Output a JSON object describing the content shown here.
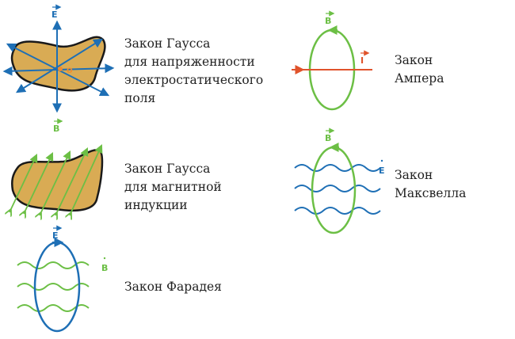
{
  "colors": {
    "blob_fill": "#d9ab54",
    "outline": "#1a1a1a",
    "blue": "#1e6fb5",
    "green": "#6cbf45",
    "red": "#e0532b",
    "orange": "#f08a2c",
    "text": "#222222"
  },
  "vectors": {
    "E": "E",
    "B": "B",
    "I": "I",
    "origin": "O"
  },
  "laws": {
    "gauss_e": {
      "lines": [
        "Закон Гаусса",
        "для напряженности",
        "электростатического",
        "поля"
      ]
    },
    "gauss_b": {
      "lines": [
        "Закон Гаусса",
        "для магнитной",
        "индукции"
      ]
    },
    "faraday": {
      "lines": [
        "Закон Фарадея"
      ]
    },
    "ampere": {
      "lines": [
        "Закон",
        "Ампера"
      ]
    },
    "maxwell": {
      "lines": [
        "Закон",
        "Максвелла"
      ]
    }
  }
}
